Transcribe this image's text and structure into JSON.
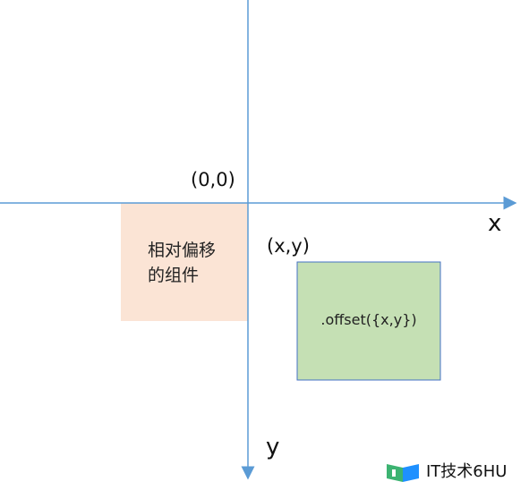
{
  "diagram": {
    "origin_label": "(0,0)",
    "x_axis_label": "x",
    "y_axis_label": "y",
    "point_label": "(x,y)",
    "relative_box": {
      "line1": "相对偏移",
      "line2": "的组件",
      "fill": "#fbe4d5"
    },
    "offset_box": {
      "label": ".offset({x,y})",
      "fill": "#c5e0b4",
      "stroke": "#4472c4"
    },
    "axis_color": "#5b9bd5"
  },
  "watermark": {
    "text": "IT技术6HU"
  }
}
